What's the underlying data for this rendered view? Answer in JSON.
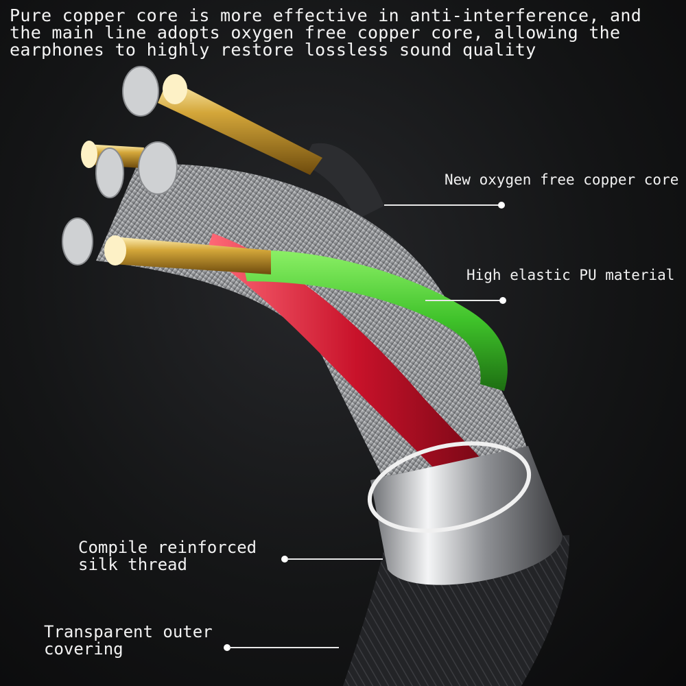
{
  "headline": "Pure copper core is more effective in anti-interference, and\nthe main line adopts oxygen free copper core, allowing the\nearphones to highly restore lossless sound quality",
  "callouts": {
    "copper_core": "New oxygen free copper core",
    "pu_material": "High elastic PU material",
    "silk_thread": "Compile reinforced\nsilk thread",
    "outer_covering": "Transparent outer\ncovering"
  },
  "colors": {
    "background": "#141516",
    "silver_strands": "#bfc1c3",
    "copper_core": "#d4a73a",
    "green_sheath": "#3fc22a",
    "red_sheath": "#c8122a",
    "outer_jacket": "#2a2b2d",
    "metal_ring": "#d0d2d6"
  }
}
